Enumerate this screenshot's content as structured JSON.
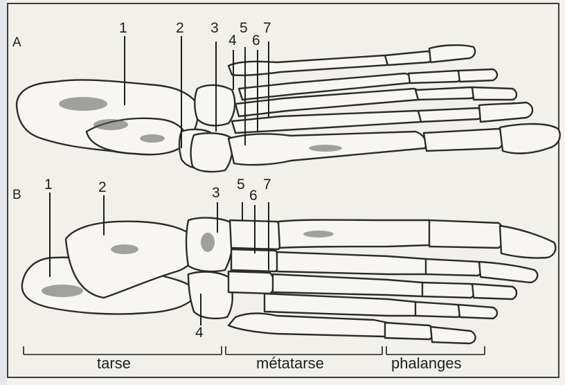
{
  "figure": {
    "panel_a": "A",
    "panel_b": "B",
    "labels_a": [
      "1",
      "2",
      "3",
      "4",
      "5",
      "6",
      "7"
    ],
    "labels_b": [
      "1",
      "2",
      "3",
      "4",
      "5",
      "6",
      "7"
    ],
    "regions": [
      "tarse",
      "métatarse",
      "phalanges"
    ]
  }
}
